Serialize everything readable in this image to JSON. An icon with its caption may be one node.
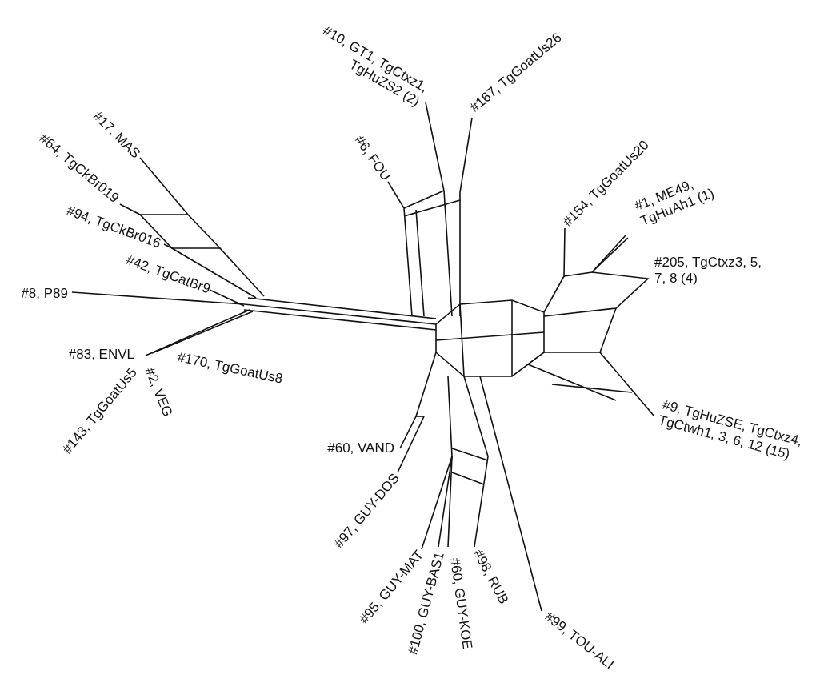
{
  "diagram": {
    "labels": [
      "#10, GT1, TgCtxz1, TgHuZS2 (2)",
      "#167, TgGoatUs26",
      "#17, MAS",
      "#64, TgCkBr019",
      "#6, FOU",
      "#154, TgGoatUs20",
      "#1, ME49, TgHuAh1 (1)",
      "#94, TgCkBr016",
      "#205, TgCtxz3, 5, 7, 8 (4)",
      "#42, TgCatBr9",
      "#8, P89",
      "#83, ENVL",
      "#170, TgGoatUs8",
      "#2, VEG",
      "#143, TgGoatUs5",
      "#9, TgHuZSE, TgCtxz4, TgCtwh1, 3, 6, 12 (15)",
      "#60, VAND",
      "#97, GUY-DOS",
      "#95, GUY-MAT",
      "#100, GUY-BAS1",
      "#60, GUY-KOE",
      "#98, RUB",
      "#99, TOU-ALI"
    ]
  }
}
